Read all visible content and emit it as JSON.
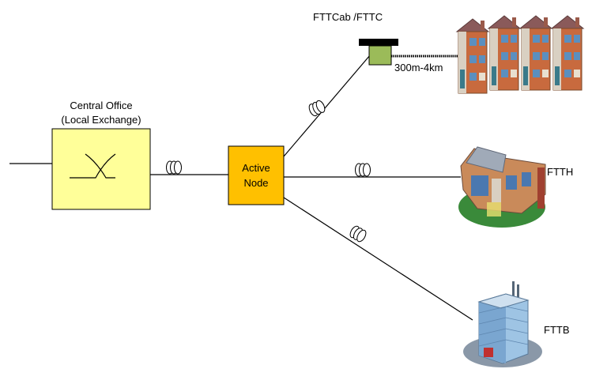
{
  "central_office": {
    "line1": "Central Office",
    "line2": "(Local Exchange)",
    "fill": "#ffff99"
  },
  "active_node": {
    "line1": "Active",
    "line2": "Node",
    "fill": "#ffc000"
  },
  "cabinet": {
    "label": "FTTCab /FTTC",
    "fill": "#9bbb59"
  },
  "distance": {
    "label": "300m-4km"
  },
  "ftth": {
    "label": "FTTH"
  },
  "fttb": {
    "label": "FTTB"
  },
  "icons": [
    "fiber-coil-icon",
    "terraced-houses-icon",
    "house-icon",
    "office-building-icon"
  ]
}
